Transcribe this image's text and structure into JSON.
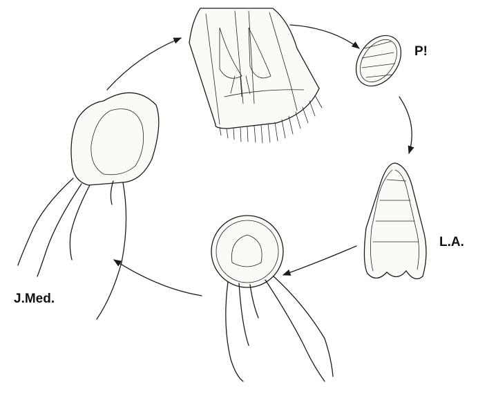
{
  "labels": {
    "planula": "P!",
    "larva": "L.A.",
    "juvenile_medusa": "J.Med."
  },
  "colors": {
    "ink": "#1a1a1a",
    "paper": "#ffffff"
  }
}
